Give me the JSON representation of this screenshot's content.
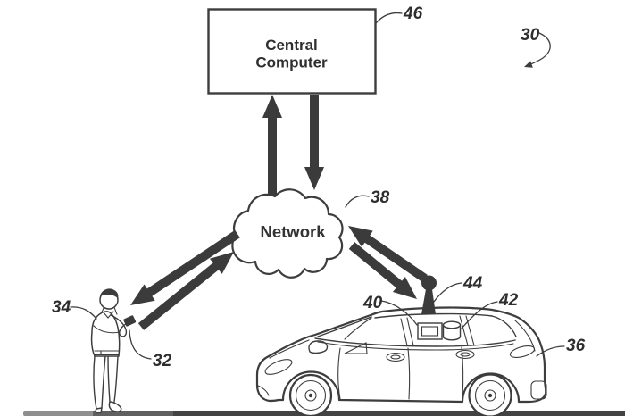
{
  "figure": {
    "system_ref": "30",
    "central_computer": {
      "line1": "Central",
      "line2": "Computer",
      "ref": "46"
    },
    "network": {
      "label": "Network",
      "ref": "38"
    },
    "person": {
      "ref": "34"
    },
    "smartphone": {
      "ref": "32"
    },
    "vehicle": {
      "ref": "36"
    },
    "display_device": {
      "ref": "40"
    },
    "sensor_device": {
      "ref": "42"
    },
    "antenna": {
      "ref": "44"
    },
    "colors": {
      "line": "#3d3d3d",
      "arrow": "#3b3b3b",
      "ground": "#454545",
      "background": "#ffffff"
    }
  }
}
